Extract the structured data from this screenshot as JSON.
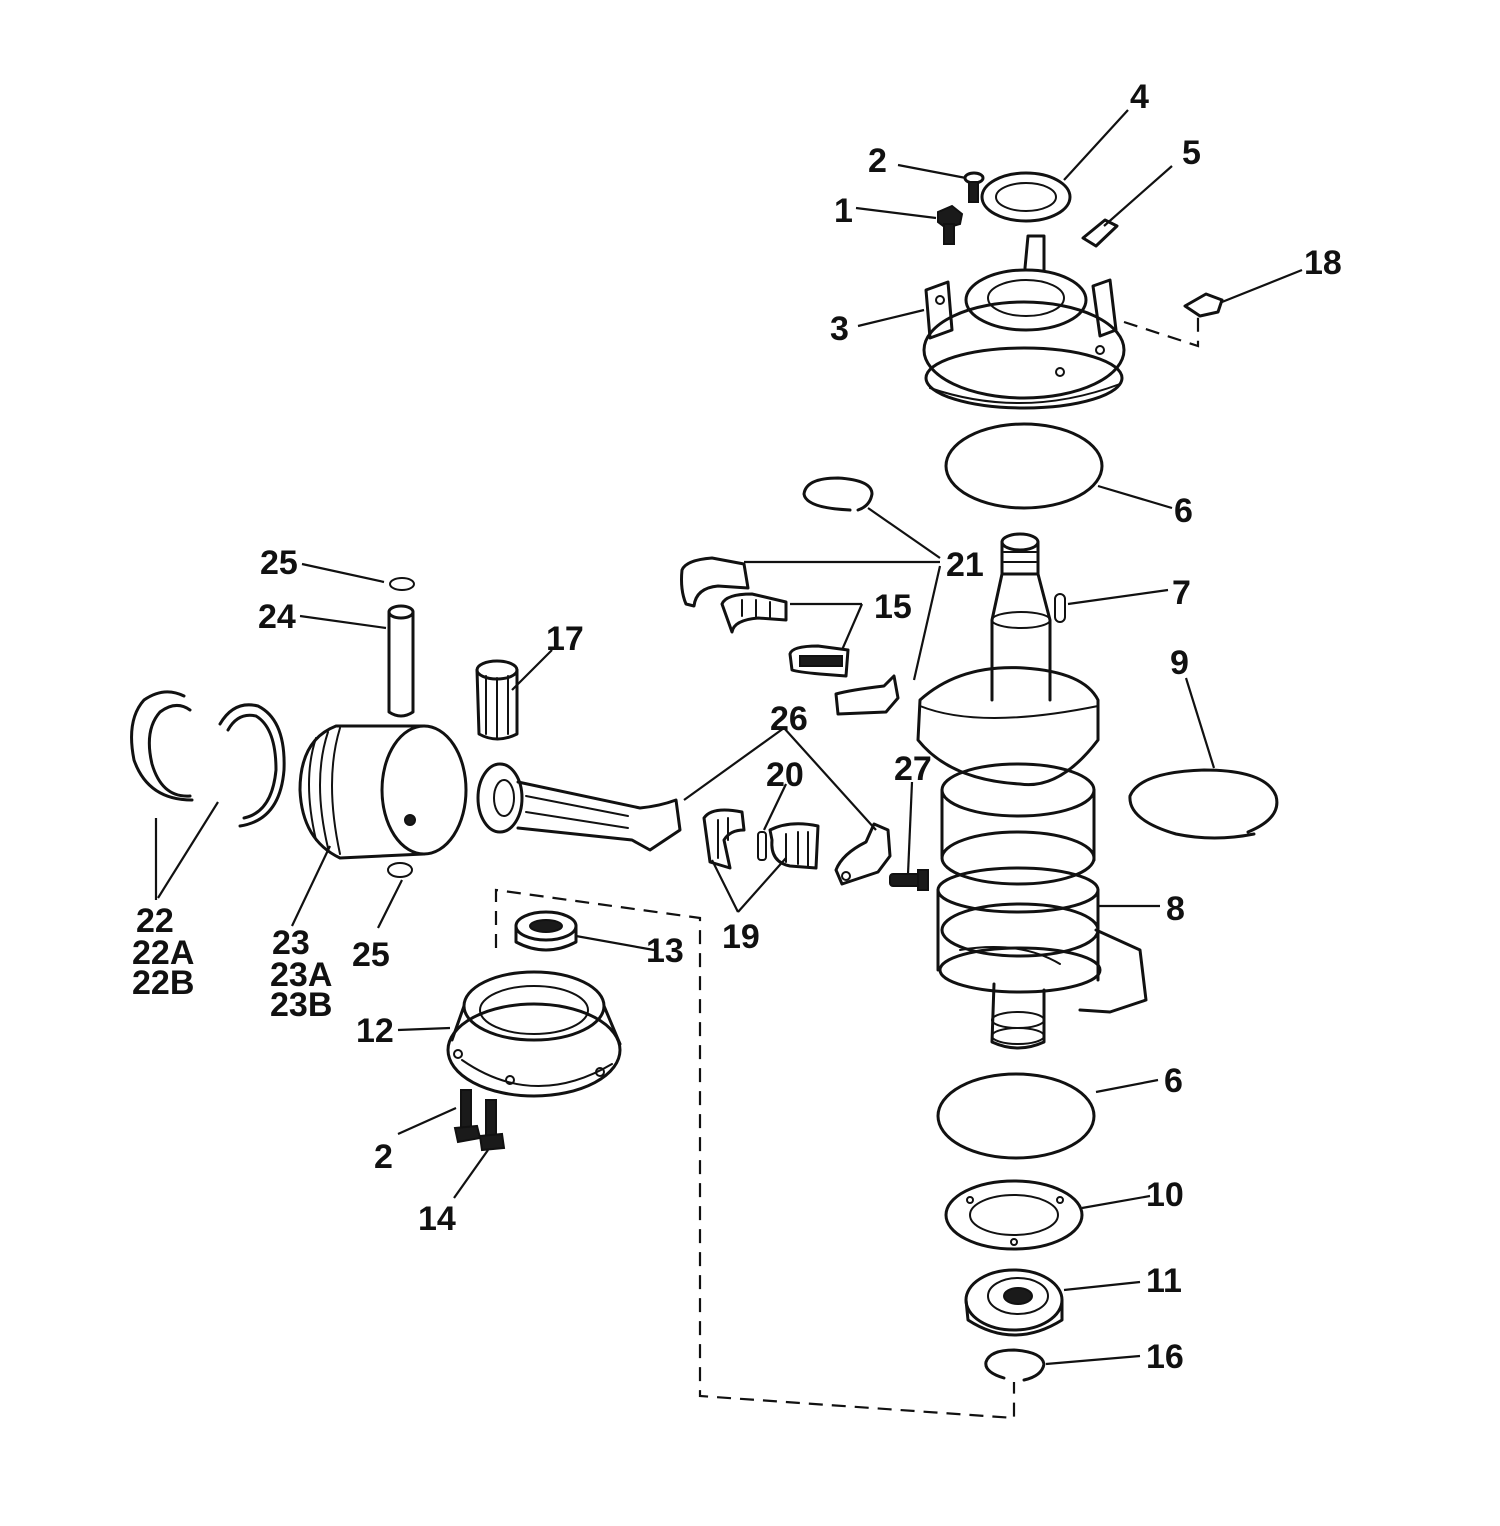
{
  "labels": {
    "l1": "1",
    "l2a": "2",
    "l2b": "2",
    "l3": "3",
    "l4": "4",
    "l5": "5",
    "l6a": "6",
    "l6b": "6",
    "l7": "7",
    "l8": "8",
    "l9": "9",
    "l10": "10",
    "l11": "11",
    "l12": "12",
    "l13": "13",
    "l14": "14",
    "l15": "15",
    "l16": "16",
    "l17": "17",
    "l18": "18",
    "l19": "19",
    "l20": "20",
    "l21": "21",
    "l22": "22",
    "l22a": "22A",
    "l22b": "22B",
    "l23": "23",
    "l23a": "23A",
    "l23b": "23B",
    "l24": "24",
    "l25a": "25",
    "l25b": "25",
    "l26": "26",
    "l27": "27"
  }
}
